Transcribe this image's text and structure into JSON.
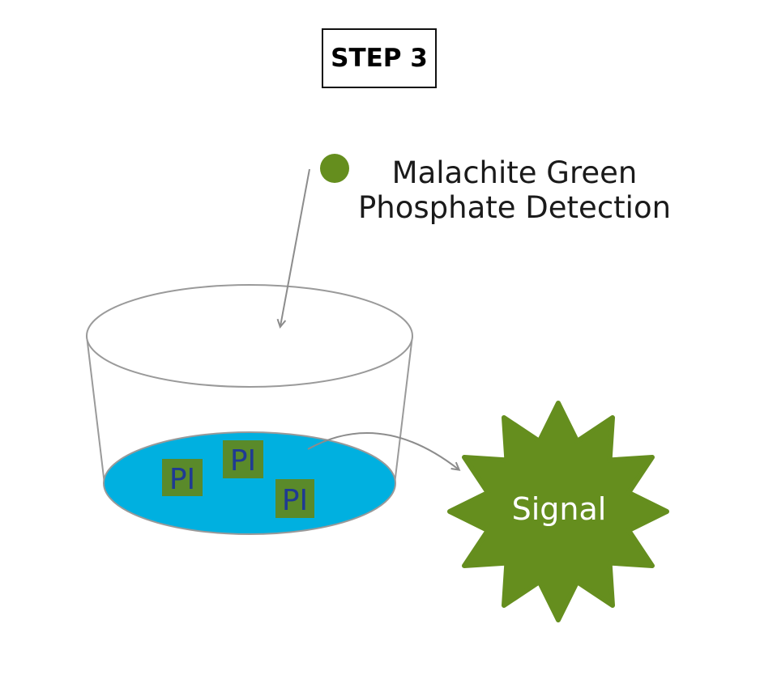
{
  "step": {
    "label": "STEP 3"
  },
  "reagent": {
    "line1": "Malachite Green",
    "line2": "Phosphate Detection",
    "dot_color": "#658e1e"
  },
  "well": {
    "liquid_color": "#00b0e0",
    "pi_labels": [
      "PI",
      "PI",
      "PI"
    ],
    "pi_box_color": "#5a8a2a"
  },
  "signal": {
    "label": "Signal",
    "color": "#658e1e"
  }
}
